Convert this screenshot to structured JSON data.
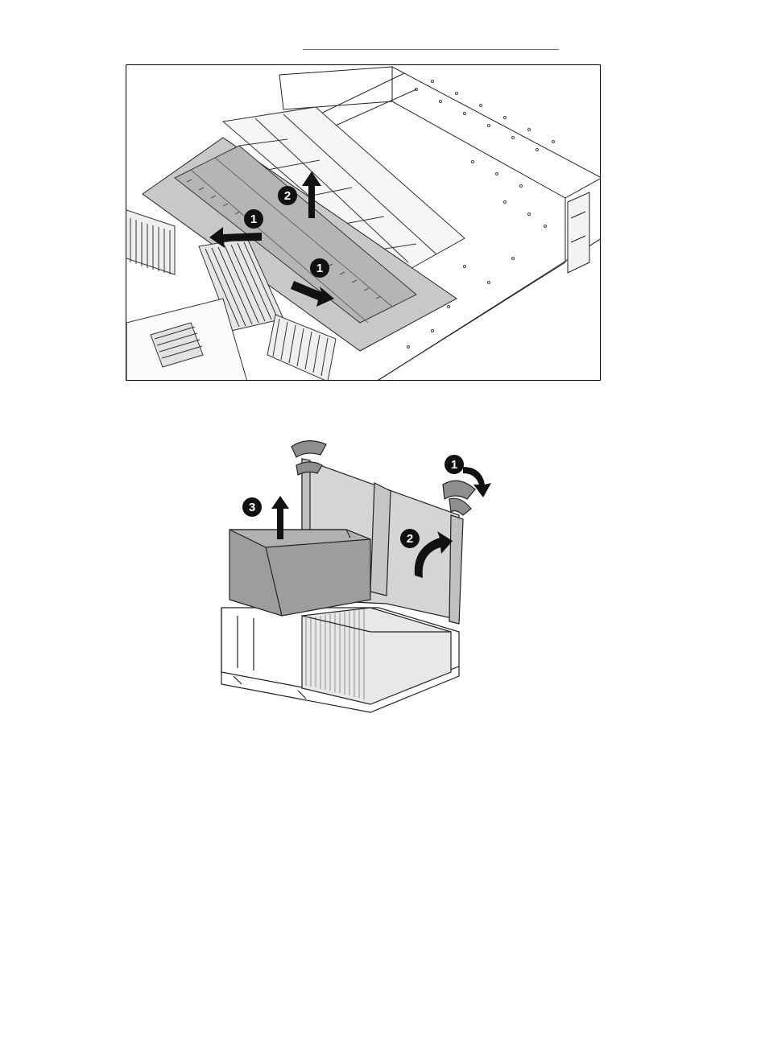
{
  "figure1": {
    "callouts": [
      {
        "label": "1"
      },
      {
        "label": "1"
      },
      {
        "label": "2"
      }
    ]
  },
  "figure2": {
    "callouts": [
      {
        "label": "1"
      },
      {
        "label": "2"
      },
      {
        "label": "3"
      }
    ]
  },
  "colors": {
    "link_underline": "#3b6fd1",
    "callout_fill": "#111111",
    "component_gray": "#9c9e9e",
    "shade_light": "#d4d6d6"
  }
}
